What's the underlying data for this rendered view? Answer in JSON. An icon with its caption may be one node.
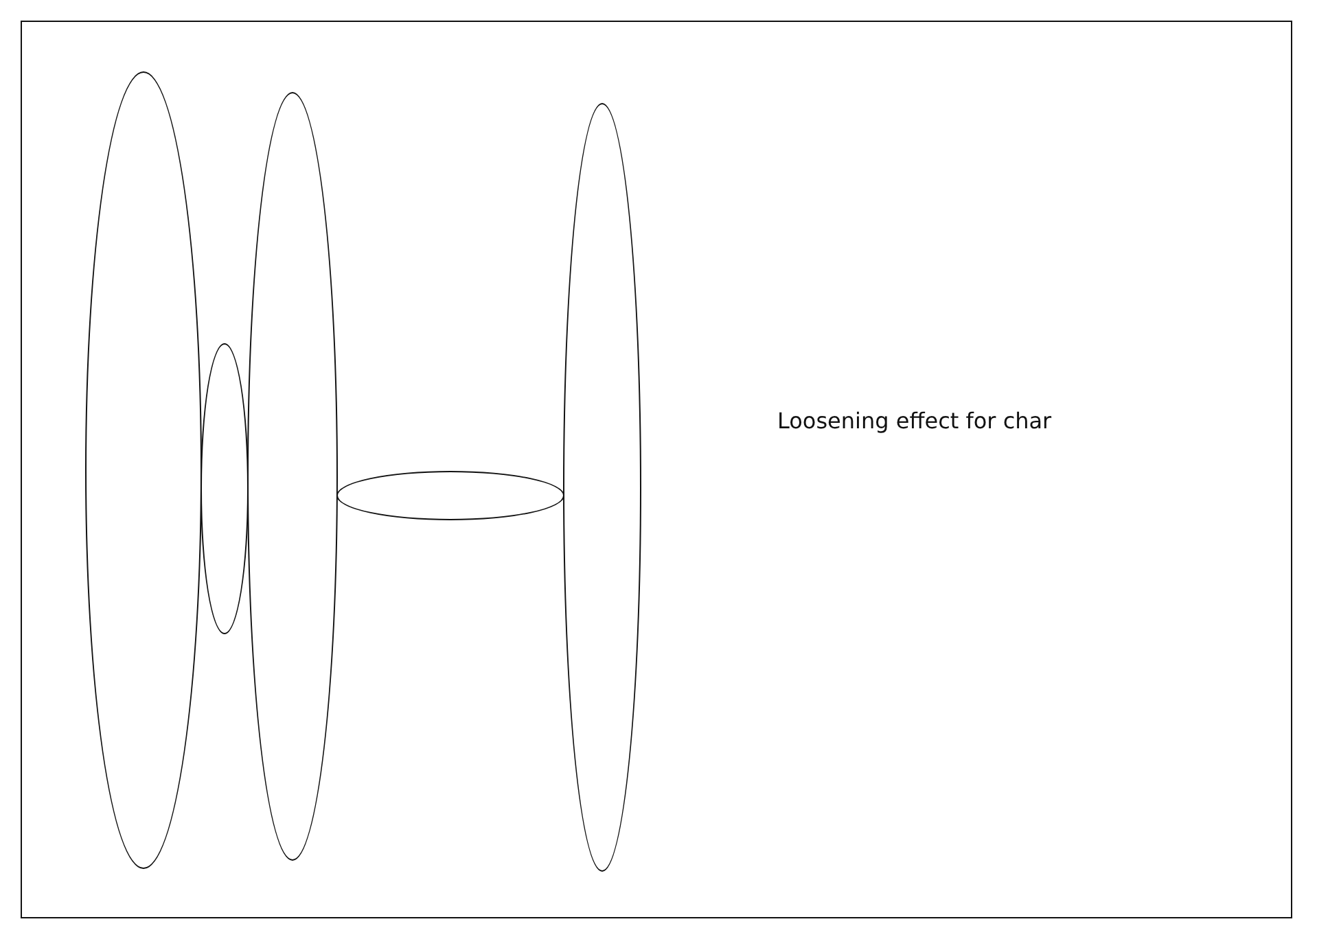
{
  "diagram": {
    "nodes": [
      {
        "text": [],
        "shape": "ellipse"
      },
      {
        "text": [],
        "shape": "ellipse"
      },
      {
        "text": [],
        "shape": "ellipse"
      },
      {
        "text": [],
        "shape": "ellipse"
      },
      {
        "text": [],
        "shape": "ellipse"
      }
    ],
    "labels": [
      "Loosening effect for char"
    ]
  }
}
